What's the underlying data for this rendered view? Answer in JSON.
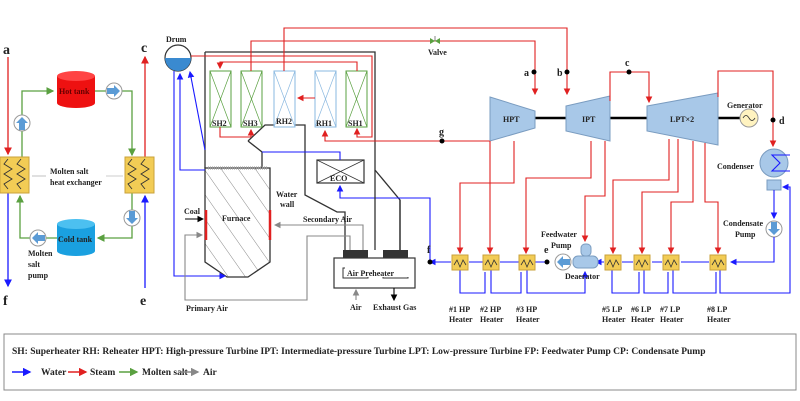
{
  "colors": {
    "water": "#1a1aff",
    "steam": "#e02020",
    "molten_salt": "#5aa040",
    "air": "#888888",
    "hot_tank": "#ee1111",
    "cold_tank": "#1aa0e0",
    "equipment": "#a8c8e8",
    "heater": "#f2cc55"
  },
  "storage": {
    "point_a": "a",
    "point_c": "c",
    "point_f": "f",
    "point_e": "e",
    "hot_tank": "Hot tank",
    "cold_tank": "Cold tank",
    "hx_label_1": "Molten salt",
    "hx_label_2": "heat exchanger",
    "pump_label_1": "Molten",
    "pump_label_2": "salt",
    "pump_label_3": "pump"
  },
  "boiler": {
    "drum": "Drum",
    "sh2": "SH2",
    "sh3": "SH3",
    "rh2": "RH2",
    "rh1": "RH1",
    "sh1": "SH1",
    "eco": "ECO",
    "furnace": "Furnace",
    "coal": "Coal",
    "water_wall_1": "Water",
    "water_wall_2": "wall",
    "secondary_air": "Secondary Air",
    "primary_air": "Primary Air",
    "air_preheater": "Air Preheater",
    "air": "Air",
    "exhaust_gas": "Exhaust Gas",
    "valve": "Valve"
  },
  "turbine": {
    "hpt": "HPT",
    "ipt": "IPT",
    "lpt": "LPT×2",
    "generator": "Generator",
    "condenser": "Condenser",
    "condensate_pump_1": "Condensate",
    "condensate_pump_2": "Pump",
    "feedwater_pump_1": "Feedwater",
    "feedwater_pump_2": "Pump",
    "deaerator": "Deaerator",
    "point_a": "a",
    "point_b": "b",
    "point_c": "c",
    "point_d": "d",
    "point_e": "e",
    "point_f": "f",
    "point_g": "g",
    "heaters": [
      {
        "l1": "#1 HP",
        "l2": "Heater"
      },
      {
        "l1": "#2 HP",
        "l2": "Heater"
      },
      {
        "l1": "#3 HP",
        "l2": "Heater"
      },
      {
        "l1": "#5 LP",
        "l2": "Heater"
      },
      {
        "l1": "#6 LP",
        "l2": "Heater"
      },
      {
        "l1": "#7 LP",
        "l2": "Heater"
      },
      {
        "l1": "#8 LP",
        "l2": "Heater"
      }
    ]
  },
  "legend": {
    "abbreviations": "SH: Superheater   RH: Reheater   HPT: High-pressure Turbine   IPT: Intermediate-pressure Turbine   LPT: Low-pressure Turbine   FP: Feedwater Pump   CP: Condensate Pump",
    "water": "Water",
    "steam": "Steam",
    "molten_salt": "Molten salt",
    "air": "Air"
  }
}
